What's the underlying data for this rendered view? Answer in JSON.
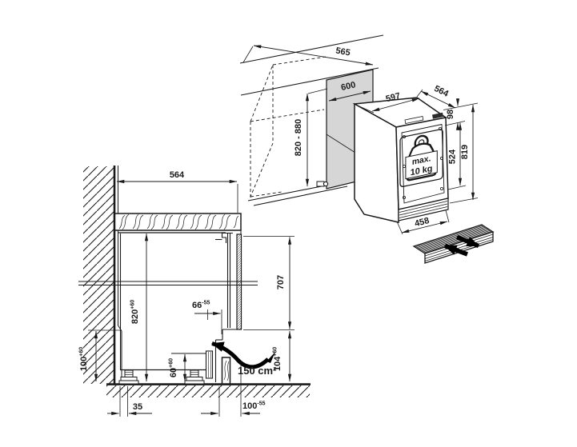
{
  "title": "Built-under appliance installation drawing",
  "colors": {
    "line": "#1a1a1a",
    "niche_panel_gray": "#d6d6d6",
    "arrow_black": "#000000",
    "background": "#ffffff"
  },
  "iso": {
    "niche_depth": "565",
    "niche_width": "600",
    "niche_height": "820 - 880",
    "appliance_top_width": "597",
    "appliance_depth": "564",
    "top_section_height": "98",
    "door_panel_height": "524",
    "appliance_height": "819",
    "vent_grille_width": "458",
    "max_load_line1": "max.",
    "max_load_line2": "10 kg"
  },
  "section": {
    "worktop_depth": "564",
    "furniture_door_height": "707",
    "install_height": {
      "v": "820",
      "sup": "+60"
    },
    "door_gap": {
      "v": "66",
      "sup": "-55"
    },
    "skirting_height": {
      "v": "100",
      "sup": "+60"
    },
    "base_clearance": {
      "v": "60",
      "sup": "+60"
    },
    "door_bottom_clearance": {
      "v": "104",
      "sup": "+60"
    },
    "side_clearance": "35",
    "plinth_recess": {
      "v": "100",
      "sup": "-55"
    },
    "vent_area": "150 cm²"
  }
}
